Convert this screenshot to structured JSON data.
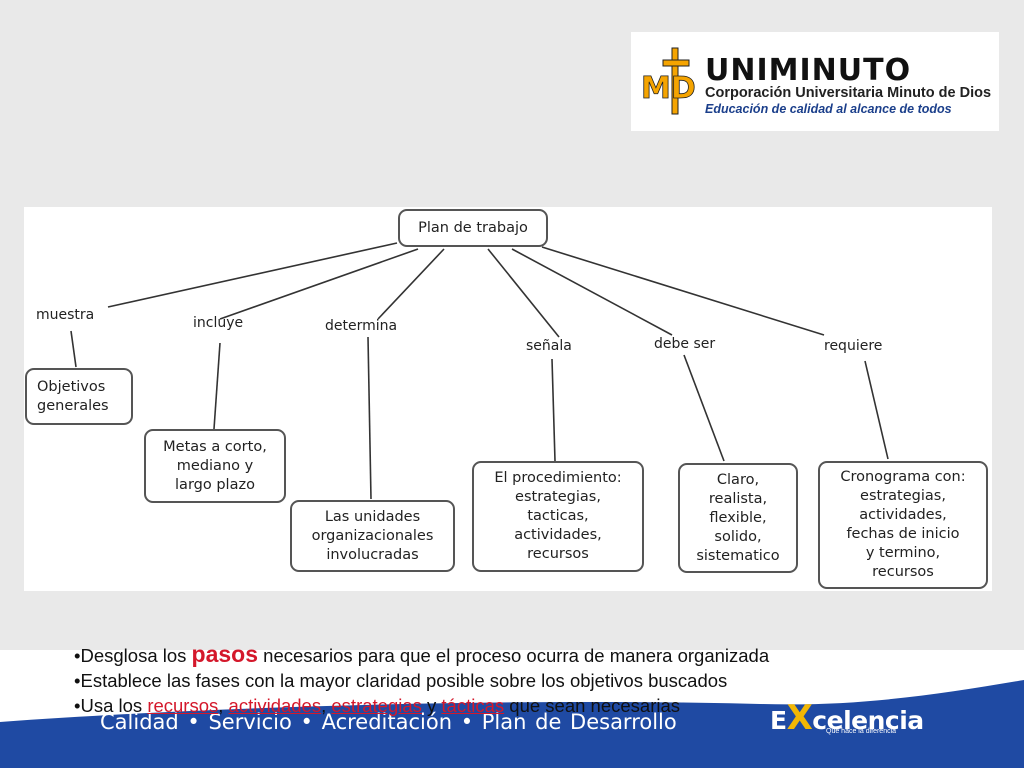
{
  "logo": {
    "name": "UNIMINUTO",
    "line1": "Corporación Universitaria Minuto de Dios",
    "line2": "Educación de calidad al alcance de todos",
    "monogram": "MD"
  },
  "diagram": {
    "root": "Plan de trabajo",
    "links": [
      "muestra",
      "incluye",
      "determina",
      "señala",
      "debe ser",
      "requiere"
    ],
    "nodes": [
      "Objetivos\ngenerales",
      "Metas a corto,\nmediano y\nlargo plazo",
      "Las unidades\norganizacionales\ninvolucradas",
      "El procedimiento:\nestrategias,\ntacticas,\nactividades,\nrecursos",
      "Claro,\nrealista,\nflexible,\nsolido,\nsistematico",
      "Cronograma con:\nestrategias,\nactividades,\nfechas de inicio\ny termino,\nrecursos"
    ]
  },
  "bullets": {
    "b1_before": "•Desglosa los ",
    "b1_emph": "pasos",
    "b1_after": " necesarios para que el proceso ocurra de manera organizada",
    "b2": "•Establece las fases con la mayor claridad posible sobre los objetivos buscados",
    "b3_before": "•Usa los ",
    "b3_r1": "recursos",
    "b3_sep1": ", ",
    "b3_r2": "actividades",
    "b3_sep2": ", ",
    "b3_r3": "estrategias",
    "b3_mid": " y ",
    "b3_r4": "tácticas",
    "b3_after": " que sean necesarias"
  },
  "footer": {
    "tagline": "Calidad  •  Servicio  •  Acreditación  •  Plan de Desarrollo",
    "brand_x": "X",
    "brand_e": "E",
    "brand_rest": "celencia",
    "brand_sub": "Que hace la diferencia"
  },
  "colors": {
    "footer_blue": "#1f4aa3",
    "accent_red": "#d4182b",
    "brand_yellow": "#f2b705"
  }
}
